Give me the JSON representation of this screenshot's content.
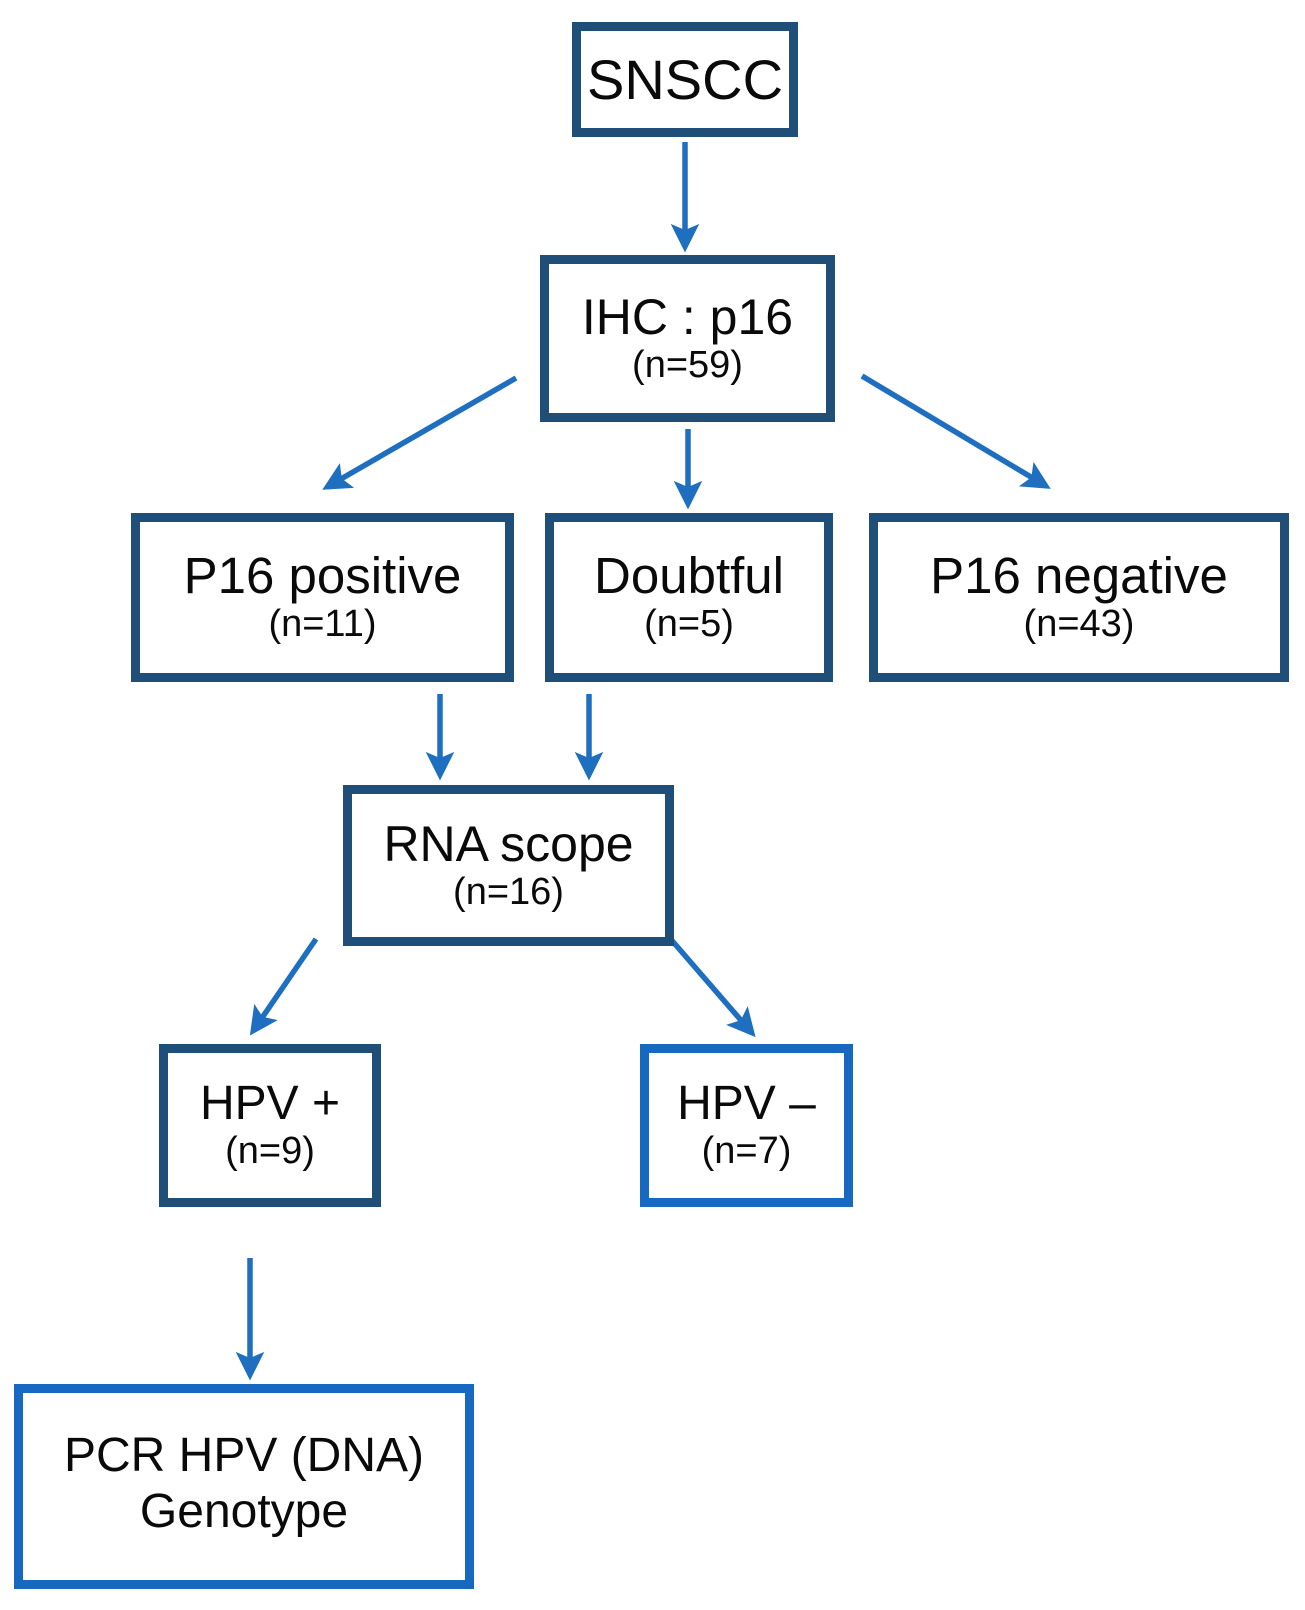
{
  "diagram": {
    "title": "SNSCC HPV testing flowchart",
    "colors": {
      "navy_border": "#1F4E79",
      "bright_border": "#1668C1",
      "arrow": "#1F6FC0",
      "background": "#FFFFFF",
      "text": "#0A0A0A"
    },
    "nodes": [
      {
        "id": "snscc",
        "line1": "SNSCC",
        "line2": "",
        "border": "navy"
      },
      {
        "id": "ihc",
        "line1": "IHC : p16",
        "line2": "(n=59)",
        "border": "navy"
      },
      {
        "id": "p16pos",
        "line1": "P16 positive",
        "line2": "(n=11)",
        "border": "navy"
      },
      {
        "id": "doubtful",
        "line1": "Doubtful",
        "line2": "(n=5)",
        "border": "navy"
      },
      {
        "id": "p16neg",
        "line1": "P16 negative",
        "line2": "(n=43)",
        "border": "navy"
      },
      {
        "id": "rnascope",
        "line1": "RNA scope",
        "line2": "(n=16)",
        "border": "navy"
      },
      {
        "id": "hpvpos",
        "line1": "HPV +",
        "line2": "(n=9)",
        "border": "navy"
      },
      {
        "id": "hpvneg",
        "line1": "HPV –",
        "line2": "(n=7)",
        "border": "bright"
      },
      {
        "id": "pcr",
        "line1": "PCR HPV (DNA)",
        "line2": "Genotype",
        "border": "bright"
      }
    ],
    "edges": [
      {
        "from": "snscc",
        "to": "ihc",
        "kind": "vertical"
      },
      {
        "from": "ihc",
        "to": "p16pos",
        "kind": "diagonal-left"
      },
      {
        "from": "ihc",
        "to": "doubtful",
        "kind": "vertical"
      },
      {
        "from": "ihc",
        "to": "p16neg",
        "kind": "diagonal-right"
      },
      {
        "from": "p16pos",
        "to": "rnascope",
        "kind": "vertical"
      },
      {
        "from": "doubtful",
        "to": "rnascope",
        "kind": "vertical"
      },
      {
        "from": "rnascope",
        "to": "hpvpos",
        "kind": "diagonal-left"
      },
      {
        "from": "rnascope",
        "to": "hpvneg",
        "kind": "diagonal-right"
      },
      {
        "from": "hpvpos",
        "to": "pcr",
        "kind": "vertical"
      }
    ],
    "counts": {
      "ihc_p16_total": 59,
      "p16_positive": 11,
      "doubtful": 5,
      "p16_negative": 43,
      "rna_scope": 16,
      "hpv_positive": 9,
      "hpv_negative": 7
    }
  }
}
